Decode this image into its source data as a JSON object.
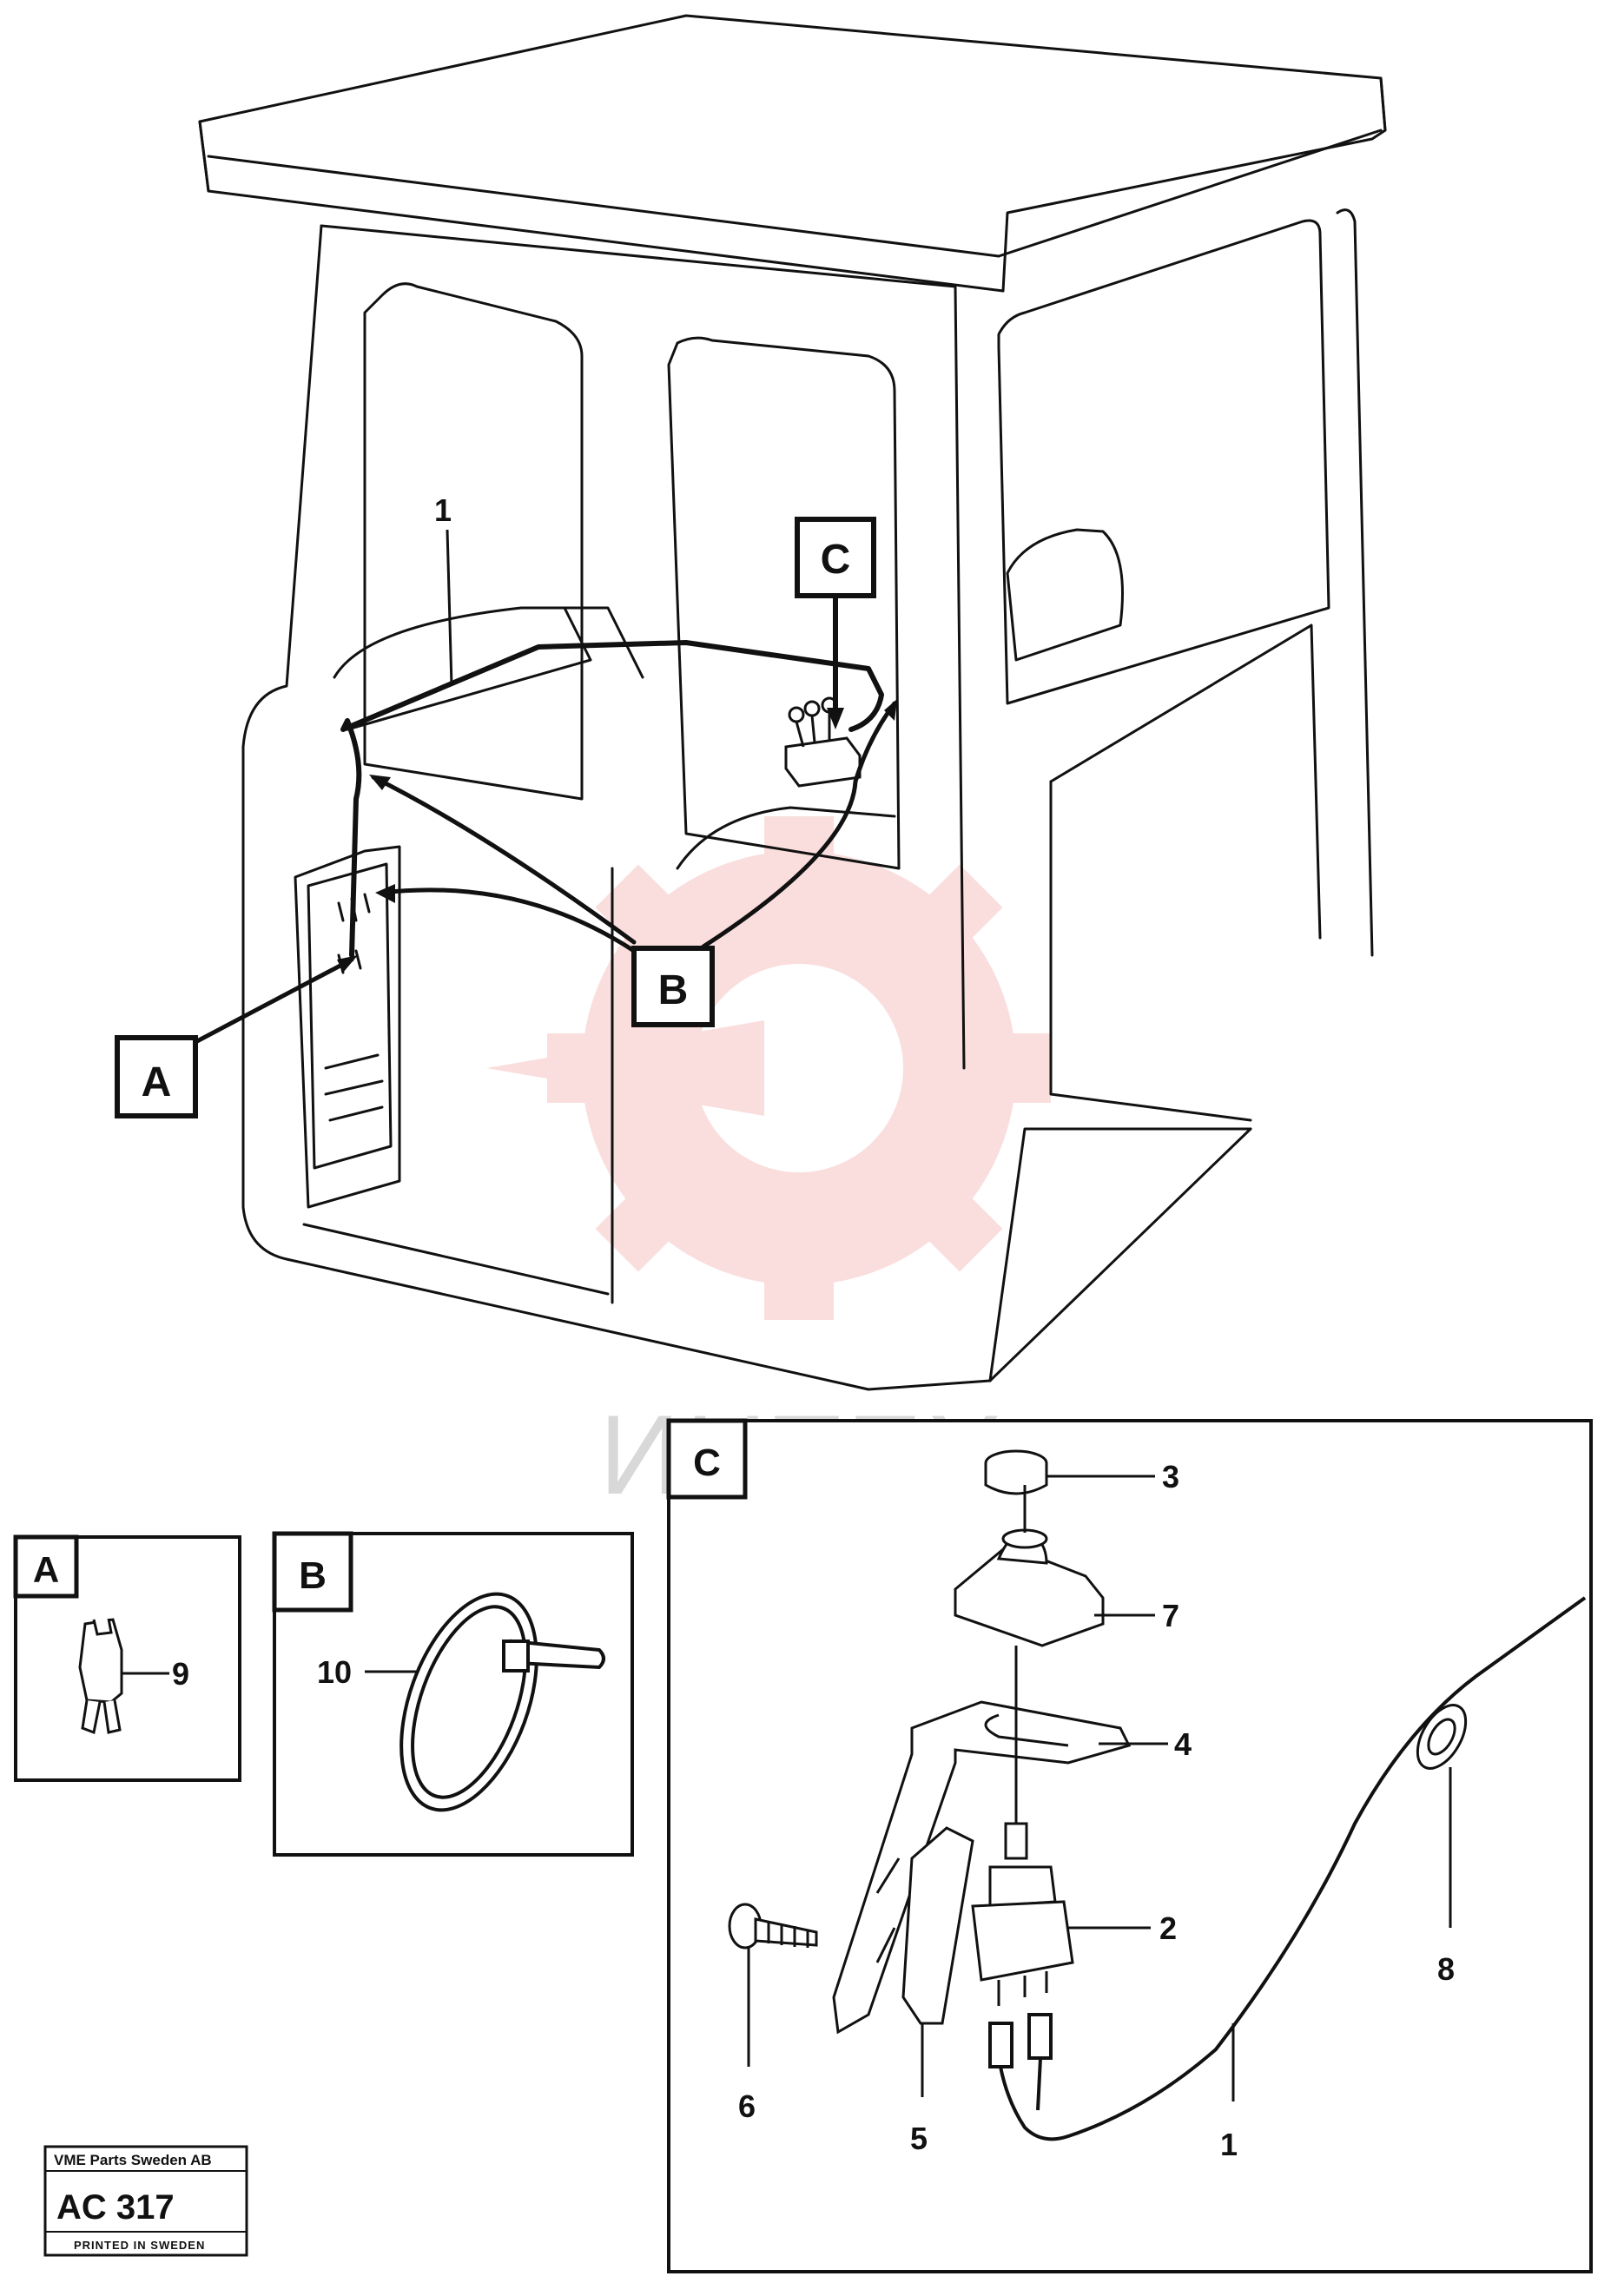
{
  "watermark": {
    "text": "ИНТЕХ",
    "color": "#f4b6b6",
    "icon": "gear-wrench-logo"
  },
  "main_view": {
    "callout_part": "1",
    "callouts": {
      "a": "A",
      "b": "B",
      "c": "C"
    }
  },
  "detail_a": {
    "letter": "A",
    "parts": [
      {
        "number": "9"
      }
    ]
  },
  "detail_b": {
    "letter": "B",
    "parts": [
      {
        "number": "10"
      }
    ]
  },
  "detail_c": {
    "letter": "C",
    "parts": [
      {
        "number": "3"
      },
      {
        "number": "7"
      },
      {
        "number": "4"
      },
      {
        "number": "2"
      },
      {
        "number": "8"
      },
      {
        "number": "6"
      },
      {
        "number": "5"
      },
      {
        "number": "1"
      }
    ]
  },
  "stamp": {
    "company": "VME Parts Sweden AB",
    "code": "AC 317",
    "printed": "PRINTED IN SWEDEN"
  },
  "colors": {
    "ink": "#111111",
    "paper": "#ffffff"
  }
}
